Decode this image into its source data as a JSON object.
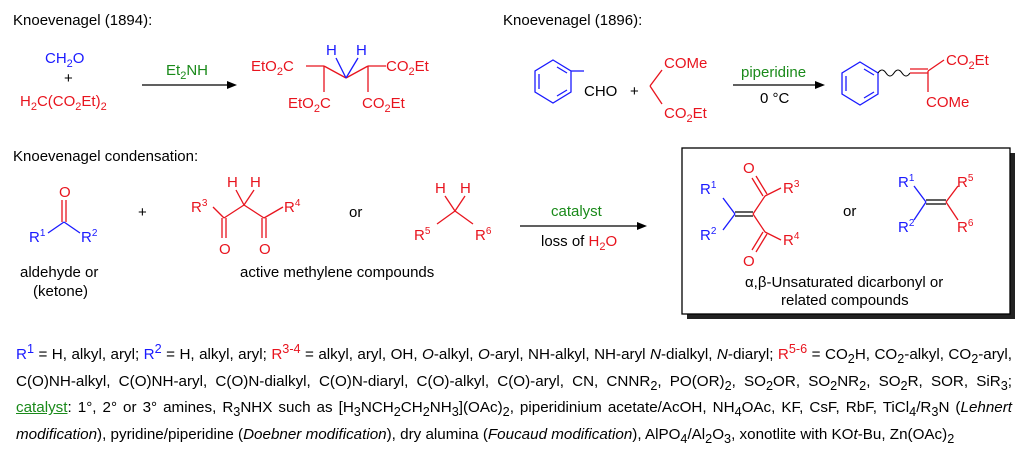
{
  "headings": {
    "k1894": "Knoevenagel (1894):",
    "k1896": "Knoevenagel (1896):",
    "condensation": "Knoevenagel condensation:"
  },
  "r1894": {
    "formaldehyde": {
      "a": "CH",
      "sub": "2",
      "b": "O"
    },
    "plus": "+",
    "malonate": {
      "a": "H",
      "sub1": "2",
      "b": "C(CO",
      "sub2": "2",
      "c": "Et)",
      "sub3": "2"
    },
    "reagent": {
      "a": "Et",
      "sub": "2",
      "b": "NH"
    },
    "product": {
      "h_left": "H",
      "h_right": "H",
      "tl": {
        "a": "EtO",
        "sub": "2",
        "b": "C"
      },
      "tr": {
        "a": "CO",
        "sub": "2",
        "b": "Et"
      },
      "bl": {
        "a": "EtO",
        "sub": "2",
        "b": "C"
      },
      "br": {
        "a": "CO",
        "sub": "2",
        "b": "Et"
      }
    }
  },
  "r1896": {
    "aldehyde_group": "CHO",
    "plus": "+",
    "cOMe": "COMe",
    "cEster": {
      "a": "CO",
      "sub": "2",
      "b": "Et"
    },
    "reagent": "piperidine",
    "conditions": "0 °C",
    "prod_ester": {
      "a": "CO",
      "sub": "2",
      "b": "Et"
    },
    "prod_ome": "COMe"
  },
  "general": {
    "carbonyl_o": "O",
    "r1": {
      "a": "R",
      "sup": "1"
    },
    "r2": {
      "a": "R",
      "sup": "2"
    },
    "r3": {
      "a": "R",
      "sup": "3"
    },
    "r4": {
      "a": "R",
      "sup": "4"
    },
    "r5": {
      "a": "R",
      "sup": "5"
    },
    "r6": {
      "a": "R",
      "sup": "6"
    },
    "h": "H",
    "plus": "+",
    "or": "or",
    "aldehyde_label1": "aldehyde or",
    "aldehyde_label2": "(ketone)",
    "methylene_label": "active methylene compounds",
    "catalyst": "catalyst",
    "loss_of": "loss of",
    "water": {
      "a": "H",
      "sub": "2",
      "b": "O"
    },
    "product_label1": "α,β-Unsaturated dicarbonyl or",
    "product_label2": "related compounds"
  },
  "legend": {
    "r1": "R",
    "r1_sup": "1",
    "r1_def": " = H, alkyl, aryl; ",
    "r2": "R",
    "r2_sup": "2",
    "r2_def": " = H, alkyl, aryl; ",
    "r34": "R",
    "r34_sup": "3-4",
    "r34_def": " = alkyl, aryl, OH, ",
    "o1": "O",
    "t1": "-alkyl, ",
    "o2": "O",
    "t2": "-aryl, NH-alkyl, NH-aryl ",
    "n1": "N",
    "t3": "-dialkyl, ",
    "n2": "N",
    "t4": "-diaryl; ",
    "r56": "R",
    "r56_sup": "5-6",
    "r56_a": " = CO",
    "r56_a_sub": "2",
    "r56_b": "H, CO",
    "r56_b_sub": "2",
    "r56_c": "-alkyl, CO",
    "r56_c_sub": "2",
    "r56_d": "-aryl, C(O)NH-alkyl, C(O)NH-aryl, C(O)N-dialkyl, C(O)N-diaryl, C(O)-alkyl, C(O)-aryl, CN, CNNR",
    "r56_d_sub": "2",
    "r56_e": ", PO(OR)",
    "r56_e_sub": "2",
    "r56_f": ", SO",
    "r56_f_sub": "2",
    "r56_g": "OR, SO",
    "r56_g_sub": "2",
    "r56_h": "NR",
    "r56_h_sub": "2",
    "r56_i": ", SO",
    "r56_i_sub": "2",
    "r56_j": "R, SOR, SiR",
    "r56_j_sub": "3",
    "r56_k": "; ",
    "cat": "catalyst",
    "cat_a": ": 1°, 2° or 3° amines, R",
    "cat_a_sub": "3",
    "cat_b": "NHX such as [H",
    "cat_b_sub": "3",
    "cat_c": "NCH",
    "cat_c_sub": "2",
    "cat_d": "CH",
    "cat_d_sub": "2",
    "cat_e": "NH",
    "cat_e_sub": "3",
    "cat_f": "](OAc)",
    "cat_f_sub": "2",
    "cat_g": ", piperidinium acetate/AcOH, NH",
    "cat_g_sub": "4",
    "cat_h": "OAc,  KF, CsF, RbF, TiCl",
    "cat_h_sub": "4",
    "cat_i": "/R",
    "cat_i_sub": "3",
    "cat_j": "N (",
    "lehnert": "Lehnert modification",
    "cat_k": "), pyridine/piperidine (",
    "doebner": "Doebner modification",
    "cat_l": "), dry alumina (",
    "foucaud": "Foucaud modification",
    "cat_m": "), AlPO",
    "cat_m_sub": "4",
    "cat_n": "/Al",
    "cat_n_sub": "2",
    "cat_o": "O",
    "cat_o_sub": "3",
    "cat_p": ", xonotlite with KO",
    "tbu_t": "t",
    "cat_q": "-Bu, Zn(OAc)",
    "cat_q_sub": "2"
  }
}
